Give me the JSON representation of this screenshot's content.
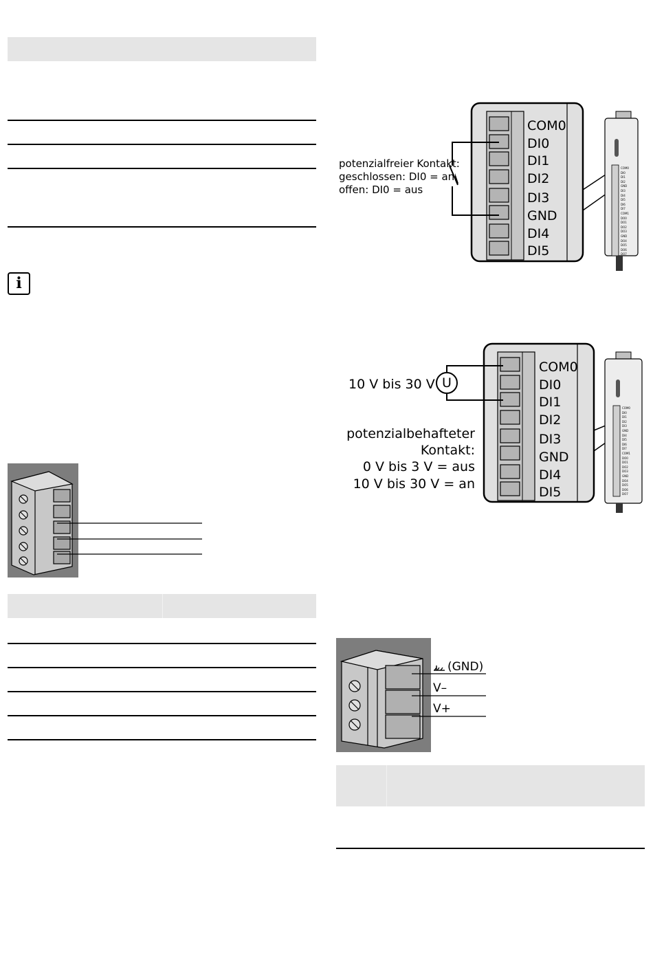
{
  "diagram1": {
    "terminals": [
      "COM0",
      "DI0",
      "DI1",
      "DI2",
      "DI3",
      "GND",
      "DI4",
      "DI5"
    ],
    "callout": [
      "potenzialfreier Kontakt:",
      "geschlossen: DI0 = an",
      "offen: DI0 = aus"
    ],
    "side_labels": [
      "COM0",
      "DI0",
      "DI1",
      "DI2",
      "GND",
      "DI3",
      "DI4",
      "DI5",
      "DI6",
      "DI7",
      "COM1",
      "DO0",
      "DO1",
      "DO2",
      "DO3",
      "GND",
      "DO4",
      "DO5",
      "DO6",
      "DO7"
    ]
  },
  "diagram2": {
    "terminals": [
      "COM0",
      "DI0",
      "DI1",
      "DI2",
      "DI3",
      "GND",
      "DI4",
      "DI5"
    ],
    "voltage_label": "10 V bis 30 V",
    "source_symbol": "U",
    "callout": [
      "potenzialbehafteter",
      "Kontakt:",
      "0 V bis 3 V = aus",
      "10 V bis 30 V = an"
    ],
    "side_labels": [
      "COM0",
      "DI0",
      "DI1",
      "DI2",
      "DI3",
      "GND",
      "DI4",
      "DI5",
      "DI6",
      "DI7",
      "COM1",
      "DO0",
      "DO1",
      "DO2",
      "DO3",
      "GND",
      "DO4",
      "DO5",
      "DO6",
      "DO7"
    ]
  },
  "power_connector": {
    "labels": [
      "(GND)",
      "V–",
      "V+"
    ]
  },
  "info_icon": {
    "symbol": "i",
    "icon": "info-icon"
  }
}
